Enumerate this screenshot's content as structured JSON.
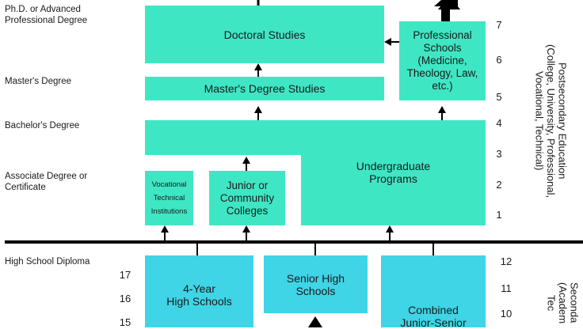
{
  "left_labels": {
    "phd_line1": "Ph.D. or Advanced",
    "phd_line2": "Professional Degree",
    "masters": "Master's Degree",
    "bachelors": "Bachelor's Degree",
    "associate_line1": "Associate Degree or",
    "associate_line2": "Certificate",
    "high_school": "High School Diploma"
  },
  "boxes": {
    "doctoral": "Doctoral Studies",
    "professional": [
      "Professional",
      "Schools",
      "(Medicine,",
      "Theology, Law,",
      "etc.)"
    ],
    "masters_studies": "Master's Degree Studies",
    "undergraduate": [
      "Undergraduate",
      "Programs"
    ],
    "vocational": [
      "Vocational",
      "Technical",
      "Institutions"
    ],
    "junior_college": [
      "Junior or",
      "Community",
      "Colleges"
    ],
    "four_year_hs": [
      "4-Year",
      "High Schools"
    ],
    "senior_hs": [
      "Senior High",
      "Schools"
    ],
    "combined": [
      "Combined",
      "Junior-Senior"
    ]
  },
  "right_numbers": [
    "7",
    "6",
    "5",
    "4",
    "3",
    "2",
    "1",
    "12",
    "11",
    "10"
  ],
  "left_numbers": [
    "17",
    "16",
    "15"
  ],
  "side_titles": {
    "postsecondary": [
      "Postsecondary Education",
      "(College, University, Professional,",
      "Vocational, Technical)"
    ],
    "secondary": [
      "Seconda",
      "(Academ",
      "Tec"
    ]
  }
}
